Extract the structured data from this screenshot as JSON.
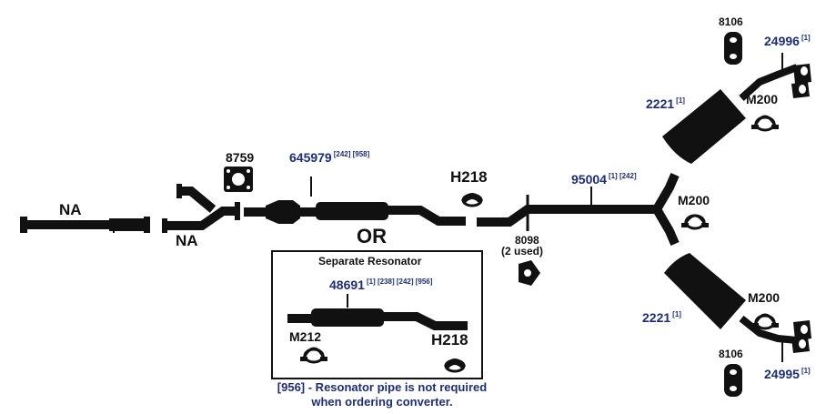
{
  "colors": {
    "ink": "#111111",
    "part_number": "#1f2f6e",
    "background": "#ffffff"
  },
  "labels": {
    "na_pipe": "NA",
    "na_y_pipe": "NA",
    "gasket": "8759",
    "catalytic_converter": {
      "part": "645979",
      "notes": "[242] [958]"
    },
    "or_text": "OR",
    "hanger_top": "H218",
    "clamp_8098": "8098",
    "clamp_8098_qty": "(2 used)",
    "intermediate_pipe": {
      "part": "95004",
      "notes": "[1] [242]"
    },
    "center_clamp": "M200",
    "muffler_upper": {
      "part": "2221",
      "notes": "[1]"
    },
    "muffler_lower": {
      "part": "2221",
      "notes": "[1]"
    },
    "upper_clamp": "M200",
    "lower_clamp": "M200",
    "hanger_upper": "8106",
    "hanger_lower": "8106",
    "tip_upper": {
      "part": "24996",
      "notes": "[1]"
    },
    "tip_lower": {
      "part": "24995",
      "notes": "[1]"
    }
  },
  "resonator_box": {
    "title": "Separate Resonator",
    "part": "48691",
    "notes": "[1] [238] [242] [956]",
    "clamp": "M212",
    "hanger": "H218"
  },
  "footnote": {
    "line1": "[956] - Resonator pipe is not required",
    "line2": "when ordering converter."
  }
}
